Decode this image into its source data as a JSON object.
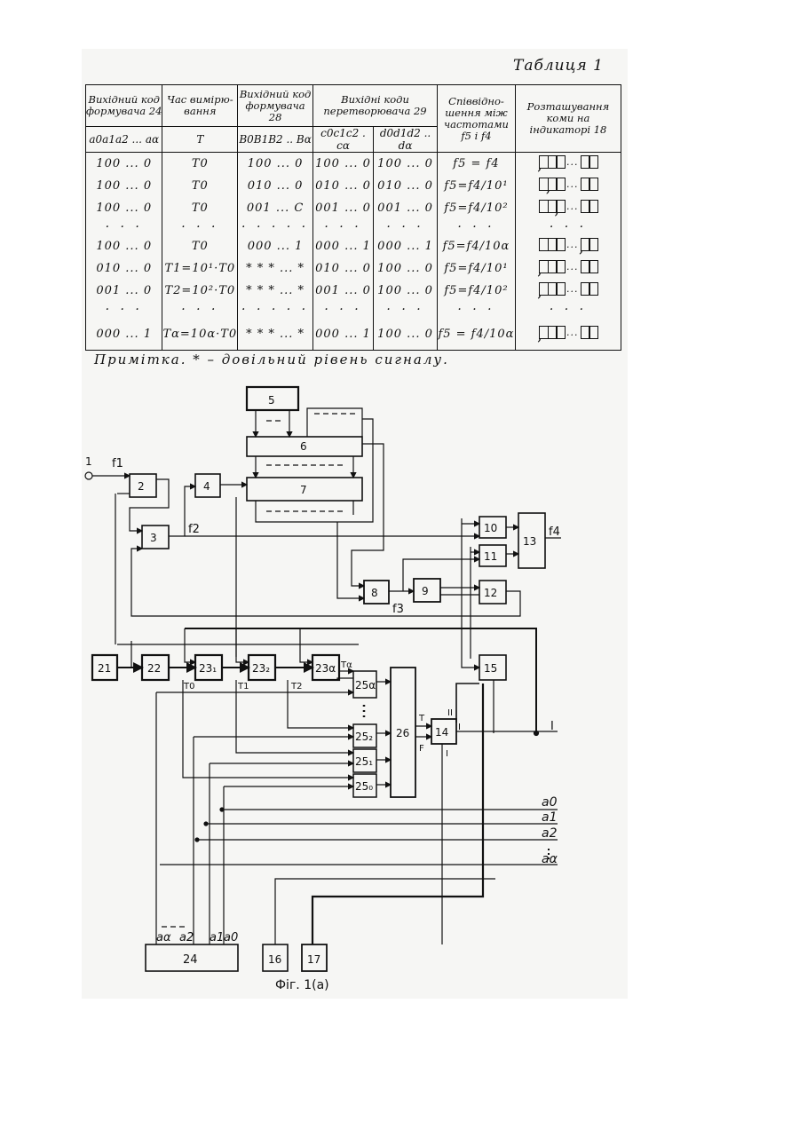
{
  "table": {
    "caption": "Таблиця 1",
    "headers": [
      "Вихідний код формувача 24",
      "Час вимірю-вання",
      "Вихідний код формувача 28",
      "Вихідні коди перетворювача 29",
      "Співвідно-шення між частотами f5 і f4",
      "Розташування коми на індикаторі 18"
    ],
    "subheaders": [
      "a0a1a2 ... aα",
      "T",
      "B0B1B2 .. Bα",
      "c0c1c2 . cα",
      "d0d1d2 .. dα",
      ""
    ],
    "rows": [
      [
        "100 ... 0",
        "T0",
        "100 ... 0",
        "100 ... 0",
        "100 ... 0",
        "f5 = f4"
      ],
      [
        "100 ... 0",
        "T0",
        "010 ... 0",
        "010 ... 0",
        "010 ... 0",
        "f5=f4/10¹"
      ],
      [
        "100 ... 0",
        "T0",
        "001 ... C",
        "001 ... 0",
        "001 ... 0",
        "f5=f4/10²"
      ],
      [
        "·  ·  ·",
        "· · ·",
        "· · · · ·",
        "· · ·",
        "· · ·",
        "· · ·"
      ],
      [
        "100 ... 0",
        "T0",
        "000 ... 1",
        "000 ... 1",
        "000 ... 1",
        "f5=f4/10α"
      ],
      [
        "010 ... 0",
        "T1=10¹·T0",
        "* * * ... *",
        "010 ... 0",
        "100 ... 0",
        "f5=f4/10¹"
      ],
      [
        "001 ... 0",
        "T2=10²·T0",
        "* * * ... *",
        "001 ... 0",
        "100 ... 0",
        "f5=f4/10²"
      ],
      [
        "·  ·  ·",
        "· · ·",
        "· · · · ·",
        "· · ·",
        "· · ·",
        "· · ·"
      ],
      [
        "000 ... 1",
        "Tα=10α·T0",
        "* * * ... *",
        "000 ... 1",
        "100 ... 0",
        "f5 = f4/10α"
      ]
    ],
    "note": "Примітка.   * – довільний рівень сигналу."
  },
  "diagram": {
    "blocks": [
      "1",
      "2",
      "3",
      "4",
      "5",
      "6",
      "7",
      "8",
      "9",
      "10",
      "11",
      "12",
      "13",
      "14",
      "15",
      "16",
      "17",
      "21",
      "22",
      "23₁",
      "23₂",
      "23α",
      "24",
      "25α",
      "25₂",
      "25₁",
      "25₀",
      "26"
    ],
    "signals": [
      "f1",
      "f2",
      "f3",
      "f4",
      "T0",
      "T1",
      "T2",
      "Tα",
      "T",
      "F",
      "II",
      "I",
      "I",
      "a0",
      "a1",
      "a2",
      "aα"
    ],
    "block24_inputs": [
      "aα",
      "a2",
      "a1",
      "a0"
    ],
    "caption": "Фіг. 1(а)"
  }
}
